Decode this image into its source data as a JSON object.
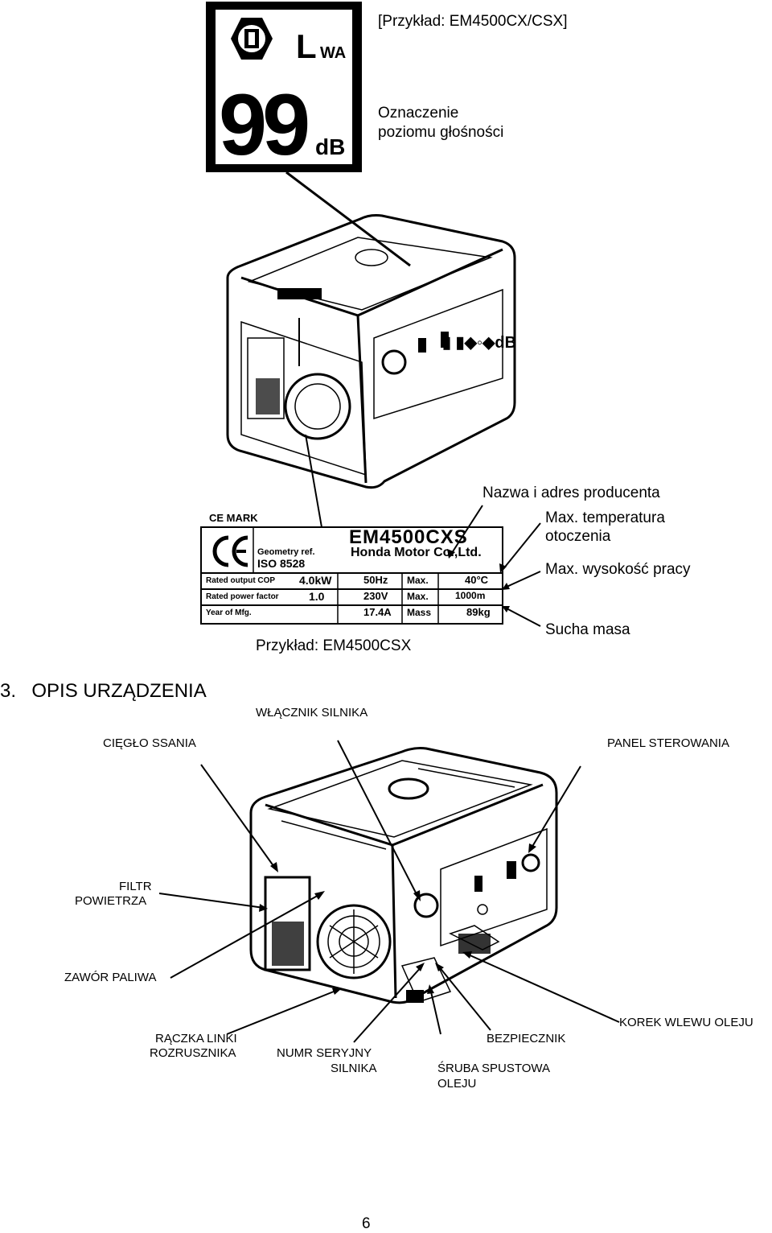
{
  "header": {
    "example_model": "[Przykład: EM4500CX/CSX]",
    "noise_label": [
      "Oznaczenie",
      "poziomu głośności"
    ]
  },
  "noise_badge": {
    "symbol": "LWA",
    "value": "99",
    "unit": "dB"
  },
  "plate": {
    "ce_mark": "CE MARK",
    "model": "EM4500CXS",
    "maker": "Honda Motor Co.,Ltd.",
    "standard_label": "Geometry ref.",
    "standard": "ISO 8528",
    "rows": [
      {
        "label": "Rated output COP",
        "value": "4.0kW",
        "col2": "50Hz",
        "col3": "Max.",
        "col4": "40°C"
      },
      {
        "label": "Rated power factor",
        "value": "1.0",
        "col2": "230V",
        "col3": "Max.",
        "col4": "1000m"
      },
      {
        "label": "Year of Mfg.",
        "value": "",
        "col2": "17.4A",
        "col3": "Mass",
        "col4": "89kg"
      }
    ]
  },
  "callouts": {
    "manufacturer": "Nazwa i adres producenta",
    "max_temp": [
      "Max. temperatura",
      "otoczenia"
    ],
    "max_altitude": "Max. wysokość pracy",
    "dry_mass": "Sucha masa",
    "plate_example": "Przykład: EM4500CSX"
  },
  "section": {
    "number": "3.",
    "title": "OPIS URZĄDZENIA"
  },
  "parts": {
    "engine_switch": "WŁĄCZNIK SILNIKA",
    "choke": "CIĘGŁO SSANIA",
    "control_panel": "PANEL STEROWANIA",
    "air_filter": [
      "FILTR",
      "POWIETRZA"
    ],
    "fuel_valve": "ZAWÓR PALIWA",
    "starter_grip": [
      "RĄCZKA LINKI",
      "ROZRUSZNIKA"
    ],
    "engine_serial": [
      "NUMR SERYJNY",
      "SILNIKA"
    ],
    "fuse": "BEZPIECZNIK",
    "oil_filler": "KOREK WLEWU OLEJU",
    "oil_drain": [
      "ŚRUBA SPUSTOWA",
      "OLEJU"
    ]
  },
  "footer": {
    "page_number": "6"
  }
}
